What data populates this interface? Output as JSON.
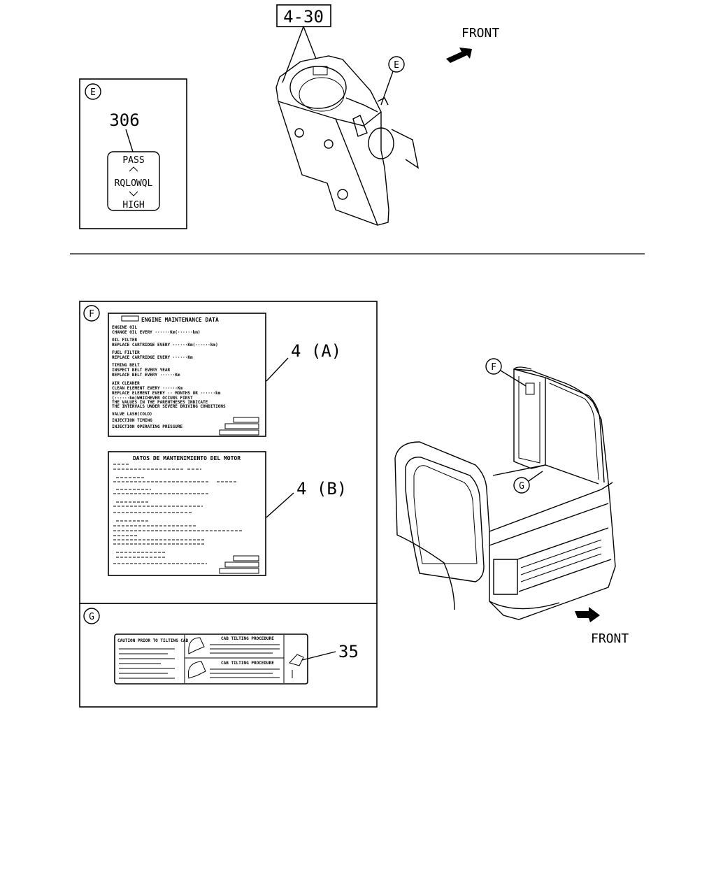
{
  "top": {
    "callout_ref": "4-30",
    "front_label": "FRONT",
    "detail_E": {
      "marker": "E",
      "part_no": "306",
      "label_pass": "PASS",
      "label_row": "RQLOWQL",
      "label_high": "HIGH"
    }
  },
  "bottom": {
    "front_label": "FRONT",
    "marker_F": "F",
    "marker_G": "G",
    "detail_F": {
      "marker": "F",
      "callout_a": "4 (A)",
      "callout_b": "4 (B)",
      "label_a_title": "ENGINE MAINTENANCE DATA",
      "label_a_lines": [
        "ENGINE OIL",
        "CHANGE OIL EVERY ······Km(······km)",
        "OIL FILTER",
        "REPLACE CARTRIDGE EVERY ······Km(······km)",
        "FUEL FILTER",
        "REPLACE CARTRIDGE EVERY ······Km",
        "TIMING BELT",
        "INSPECT BELT EVERY YEAR",
        "REPLACE BELT EVERY ······Km",
        "AIR CLEANER",
        "CLEAN ELEMENT EVERY ······Km",
        "REPLACE ELEMENT EVERY ·· MONTHS OR ······km",
        "(······km)WHICHEVER OCCURS FIRST",
        "THE VALUES IN THE PARENTHESES INDICATE",
        "THE INTERVALS UNDER SEVERE DRIVING CONDITIONS",
        "VALVE LASH(COLD)",
        "INJECTION TIMING",
        "INJECTION OPERATING PRESSURE"
      ],
      "label_b_title": "DATOS DE MANTENIMIENTO DEL MOTOR"
    },
    "detail_G": {
      "marker": "G",
      "part_no": "35",
      "left_heading": "CAUTION PRIOR TO TILTING CAB",
      "right_heading_1": "CAB TILTING PROCEDURE",
      "right_heading_2": "CAB TILTING PROCEDURE"
    }
  }
}
